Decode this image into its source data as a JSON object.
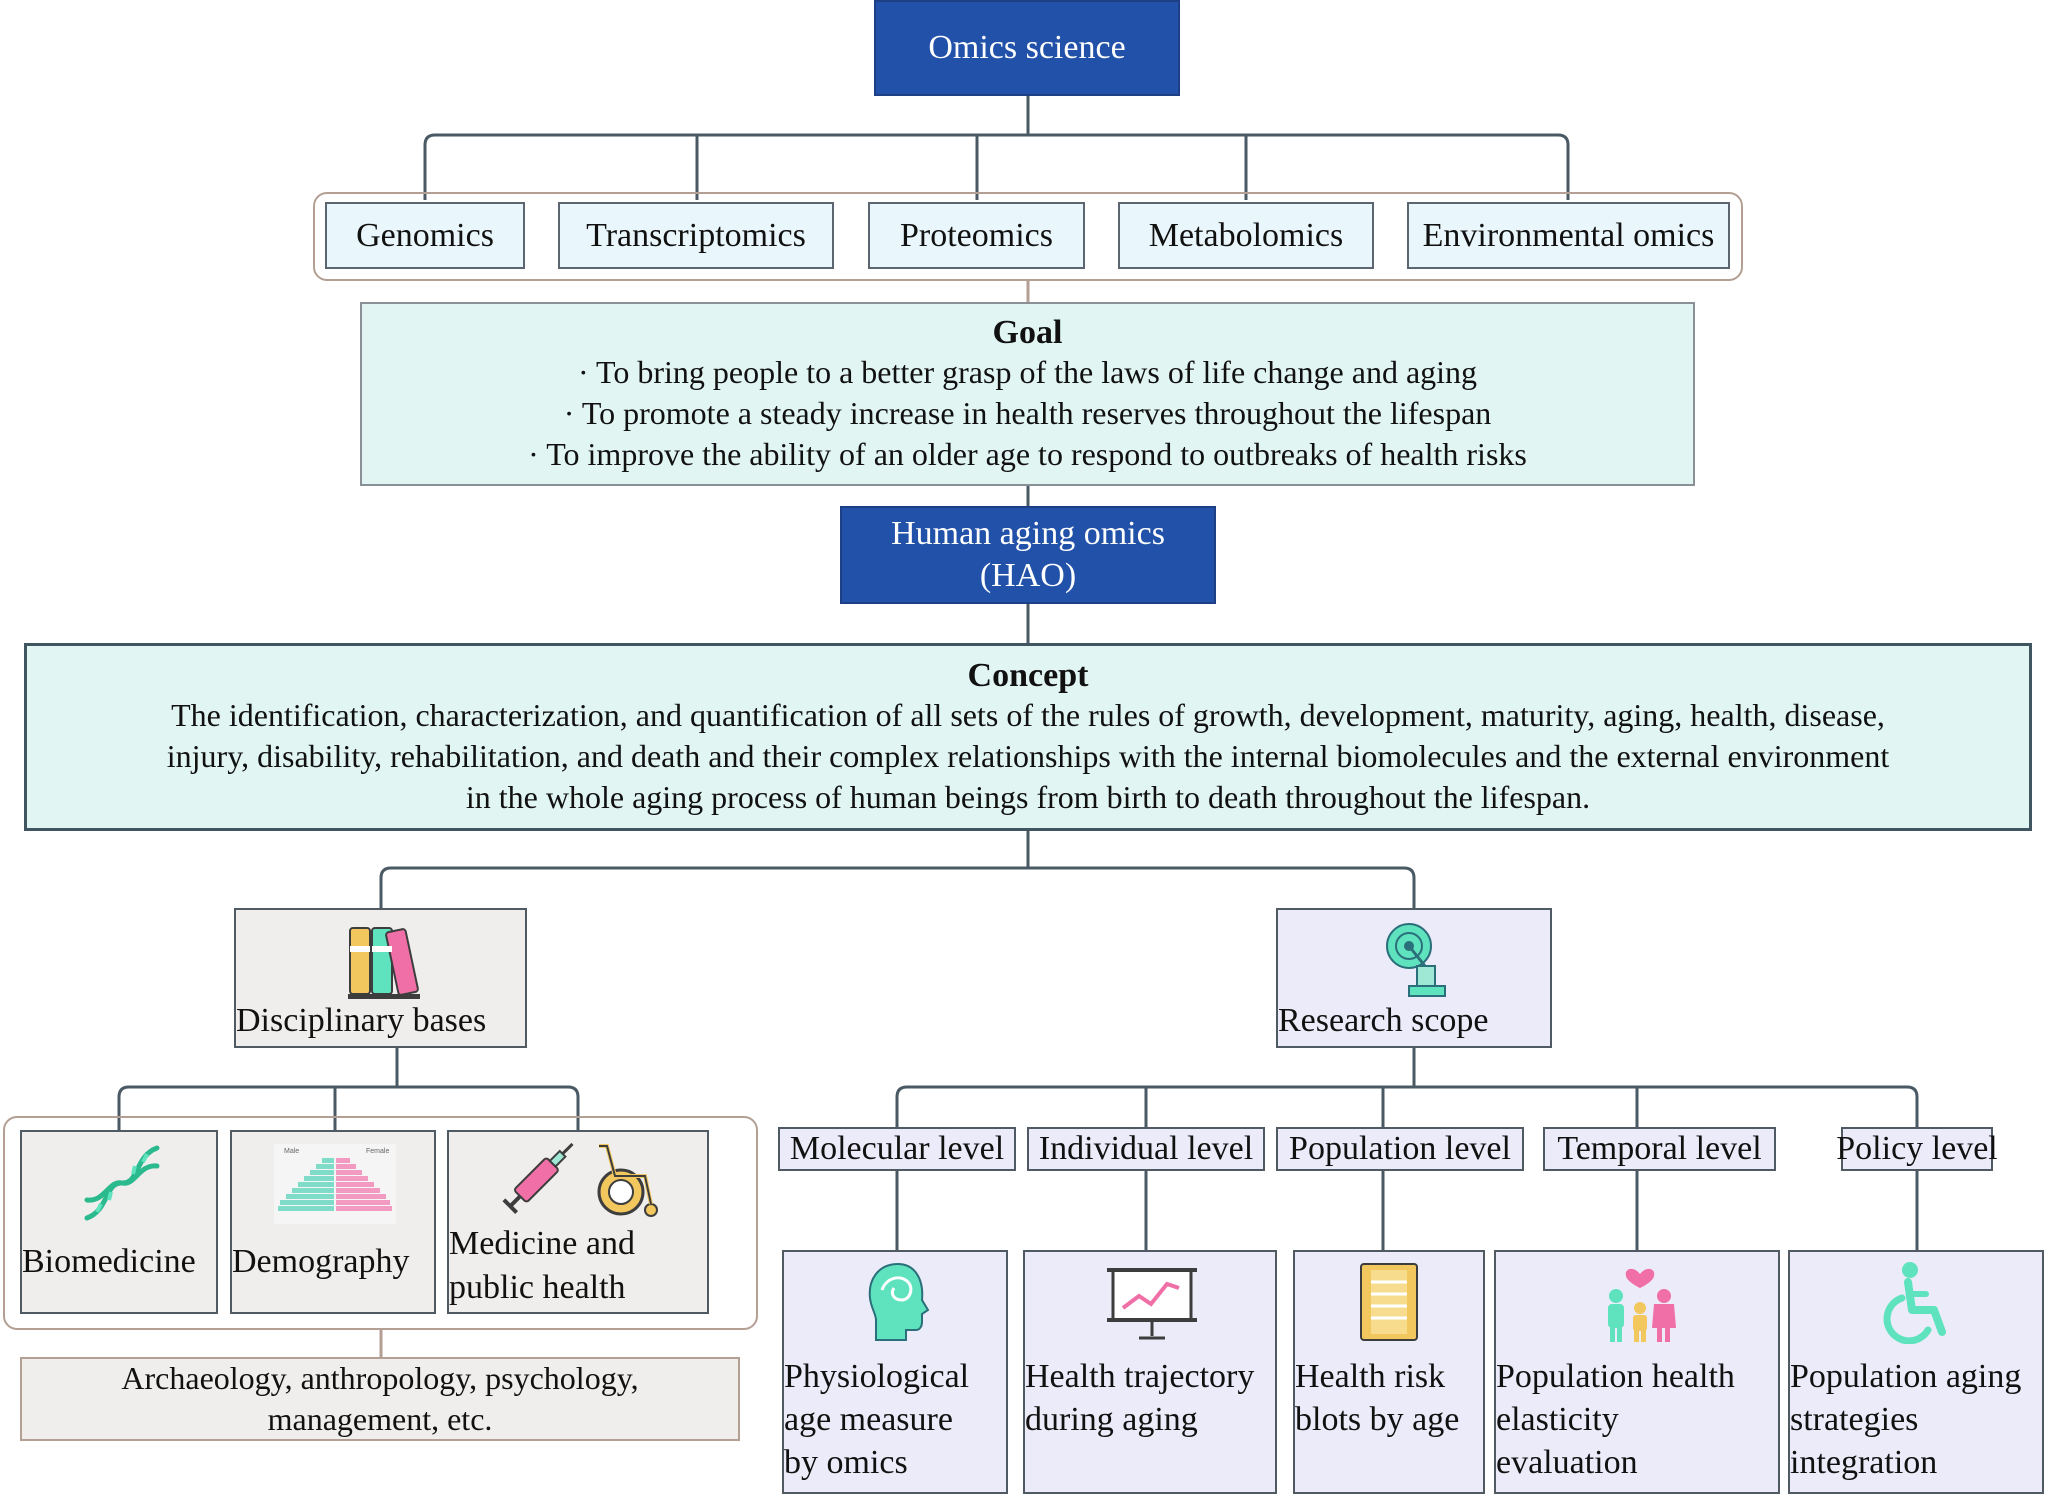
{
  "top": {
    "omics_science": "Omics science"
  },
  "omics": [
    "Genomics",
    "Transcriptomics",
    "Proteomics",
    "Metabolomics",
    "Environmental omics"
  ],
  "goal": {
    "title": "Goal",
    "items": [
      "· To bring people to a better grasp of the laws of life change and aging",
      "· To promote a steady increase in health reserves throughout the lifespan",
      "· To improve the ability of an older age to respond to outbreaks of health risks"
    ]
  },
  "hao": {
    "line1": "Human aging omics",
    "line2": "(HAO)"
  },
  "concept": {
    "title": "Concept",
    "lines": [
      "The identification, characterization, and quantification of all sets of the rules of growth, development, maturity, aging, health, disease,",
      "injury, disability, rehabilitation, and death and their complex relationships with the internal biomolecules and the external environment",
      "in the whole aging process of human beings from birth to death throughout the lifespan."
    ]
  },
  "disciplinary": {
    "title": "Disciplinary bases",
    "items": [
      {
        "lines": [
          "Biomedicine"
        ],
        "icon": "dna-icon"
      },
      {
        "lines": [
          "Demography"
        ],
        "icon": "population-pyramid-icon"
      },
      {
        "lines": [
          "Medicine and",
          "public health"
        ],
        "icon": "syringe-wheelchair-icon"
      }
    ],
    "chart_labels": {
      "male": "Male",
      "female": "Female"
    },
    "others": [
      "Archaeology, anthropology, psychology,",
      "management, etc."
    ]
  },
  "research": {
    "title": "Research scope",
    "levels": [
      {
        "label": "Molecular level",
        "detail": [
          "Physiological",
          "age measure",
          "by omics"
        ],
        "icon": "head-icon"
      },
      {
        "label": "Individual level",
        "detail": [
          "Health trajectory",
          "during aging"
        ],
        "icon": "chart-board-icon"
      },
      {
        "label": "Population level",
        "detail": [
          "Health risk",
          "blots by age"
        ],
        "icon": "ladder-icon"
      },
      {
        "label": "Temporal level",
        "detail": [
          "Population health",
          "elasticity",
          "evaluation"
        ],
        "icon": "family-icon"
      },
      {
        "label": "Policy level",
        "detail": [
          "Population aging",
          "strategies",
          "integration"
        ],
        "icon": "wheelchair-icon"
      }
    ]
  },
  "colors": {
    "blue": "#2151a8",
    "teal_box": "#e1f5f2",
    "omic_box": "#e9f6fb",
    "gray_box": "#efeeec",
    "lavender_box": "#ecebf9",
    "teal_icon": "#5ee3be",
    "pink_icon": "#f06fa6",
    "yellow_icon": "#f2c75e"
  }
}
